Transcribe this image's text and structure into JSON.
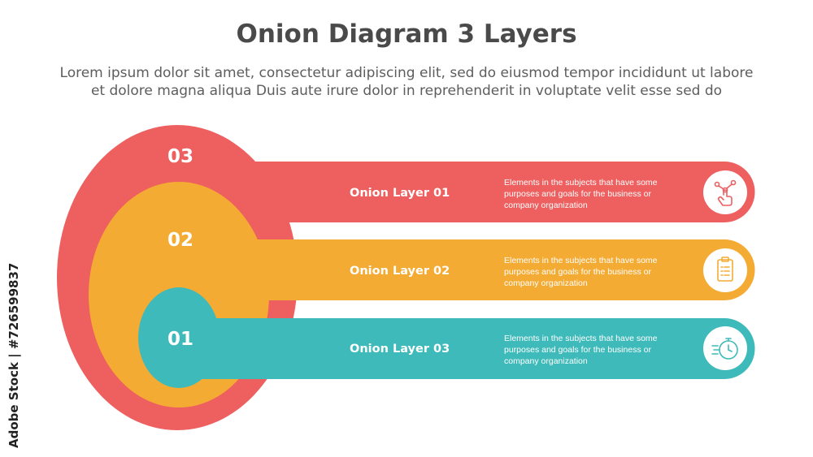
{
  "title": "Onion Diagram 3 Layers",
  "subtitle_line1": "Lorem ipsum dolor sit amet, consectetur adipiscing elit, sed do eiusmod tempor incididunt ut labore",
  "subtitle_line2": "et dolore magna aliqua Duis aute irure dolor in reprehenderit in voluptate velit esse sed do",
  "watermark": "Adobe Stock | #726599837",
  "colors": {
    "red": "#ee5f5f",
    "orange": "#f4ab33",
    "teal": "#3dbab9"
  },
  "rings": [
    {
      "number": "03",
      "color": "red"
    },
    {
      "number": "02",
      "color": "orange"
    },
    {
      "number": "01",
      "color": "teal"
    }
  ],
  "layers": [
    {
      "label": "Onion Layer 01",
      "color": "red",
      "icon": "hand-touch-icon",
      "desc": [
        "Elements in the subjects that have some",
        "purposes and goals for the business or",
        "company organization"
      ]
    },
    {
      "label": "Onion Layer 02",
      "color": "orange",
      "icon": "clipboard-icon",
      "desc": [
        "Elements in the subjects that have some",
        "purposes and goals for the business or",
        "company organization"
      ]
    },
    {
      "label": "Onion Layer 03",
      "color": "teal",
      "icon": "stopwatch-icon",
      "desc": [
        "Elements in the subjects that have some",
        "purposes and goals for the business or",
        "company organization"
      ]
    }
  ]
}
